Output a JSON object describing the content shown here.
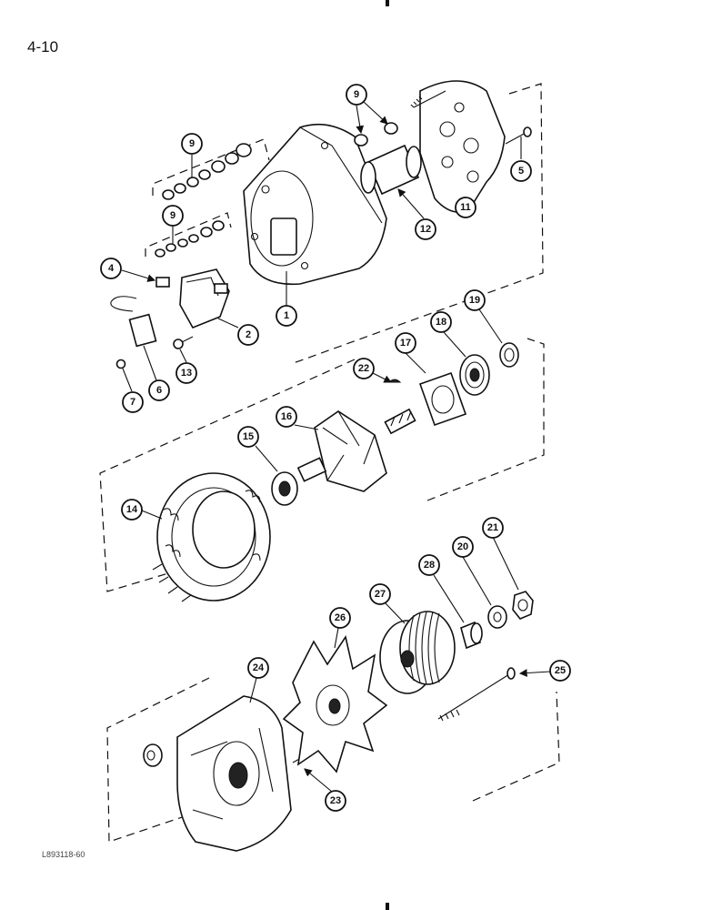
{
  "page": {
    "number": "4-10",
    "figure_code": "L893118-60"
  },
  "callouts": [
    "1",
    "2",
    "4",
    "5",
    "6",
    "7",
    "9",
    "9",
    "9",
    "11",
    "12",
    "13",
    "14",
    "15",
    "16",
    "17",
    "18",
    "19",
    "20",
    "21",
    "22",
    "23",
    "24",
    "25",
    "26",
    "27",
    "28"
  ],
  "colors": {
    "ink": "#111111",
    "paper": "#ffffff"
  }
}
